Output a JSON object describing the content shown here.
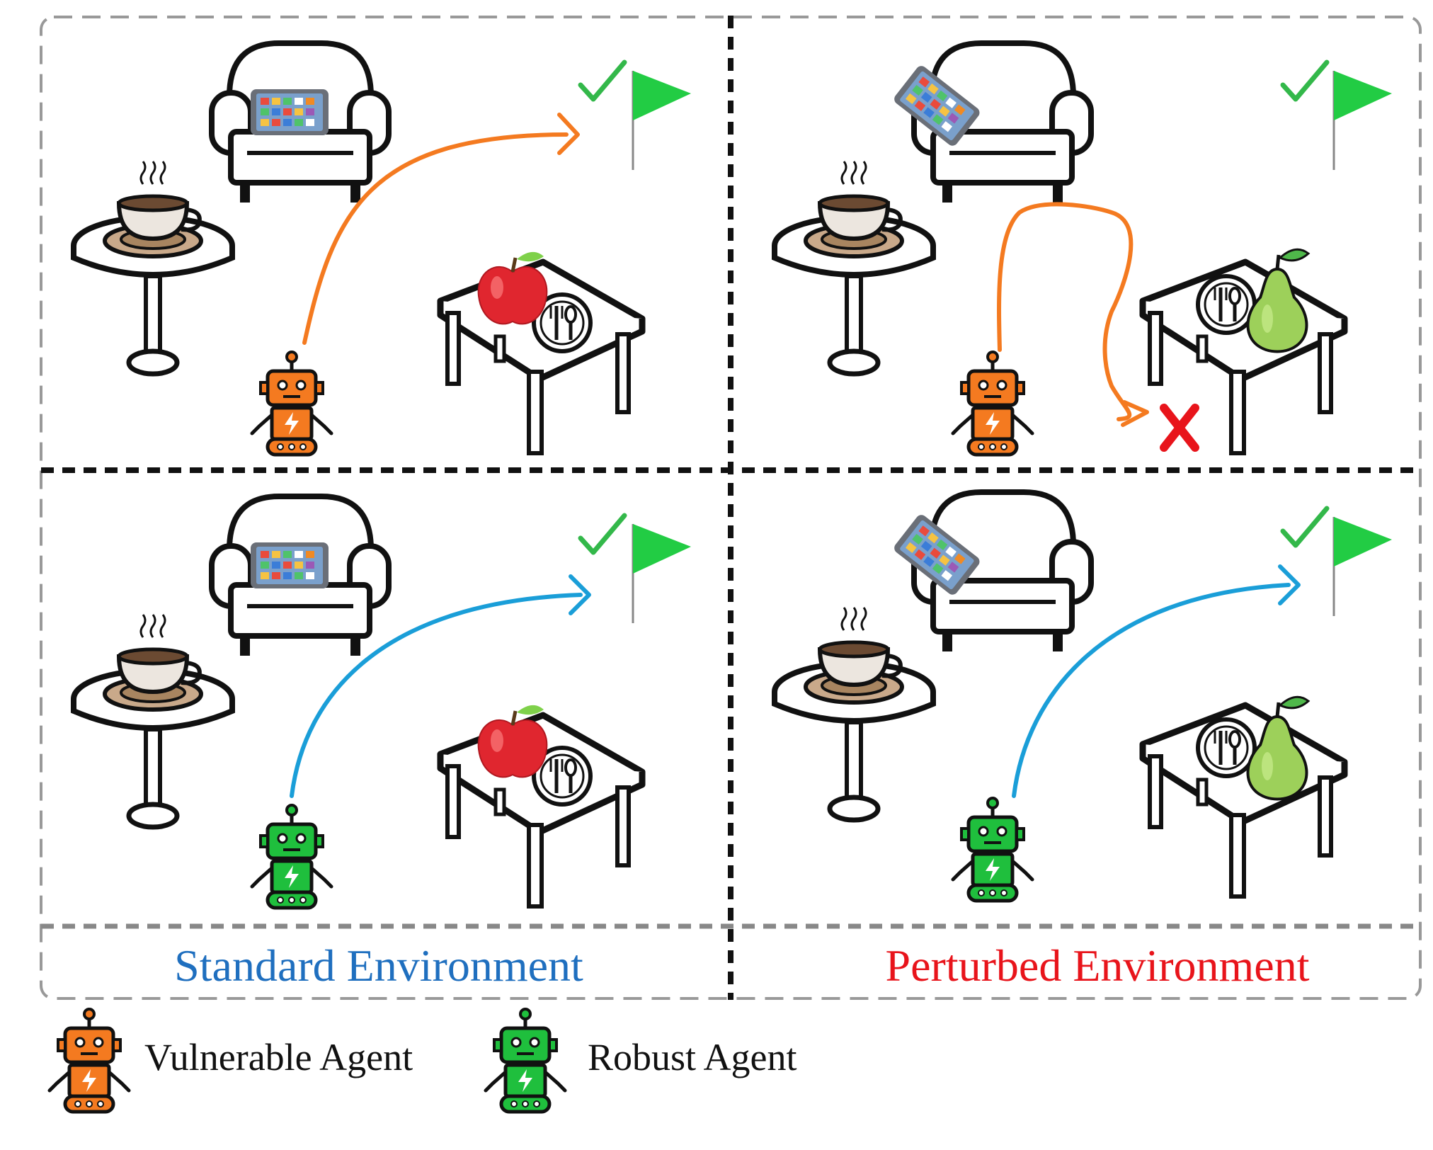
{
  "panels": {
    "standard_label": "Standard Environment",
    "perturbed_label": "Perturbed Environment"
  },
  "legend": {
    "vulnerable": "Vulnerable Agent",
    "robust": "Robust Agent"
  },
  "colors": {
    "vulnerable_agent": "#f47a20",
    "robust_agent": "#1fbf3d",
    "vulnerable_path": "#f47a20",
    "robust_path": "#1a9ed8",
    "goal_flag": "#22cc44",
    "success_check": "#33b84a",
    "fail_cross": "#e8141b",
    "standard_text": "#1f6fbf",
    "perturbed_text": "#e8141b"
  },
  "scenes": [
    {
      "panel": "top-left",
      "agent": "vulnerable",
      "phone": "horizontal",
      "fruit": "apple",
      "outcome": "success"
    },
    {
      "panel": "top-right",
      "agent": "vulnerable",
      "phone": "tilted",
      "fruit": "pear",
      "outcome": "failure"
    },
    {
      "panel": "bottom-left",
      "agent": "robust",
      "phone": "horizontal",
      "fruit": "apple",
      "outcome": "success"
    },
    {
      "panel": "bottom-right",
      "agent": "robust",
      "phone": "tilted",
      "fruit": "pear",
      "outcome": "success"
    }
  ]
}
